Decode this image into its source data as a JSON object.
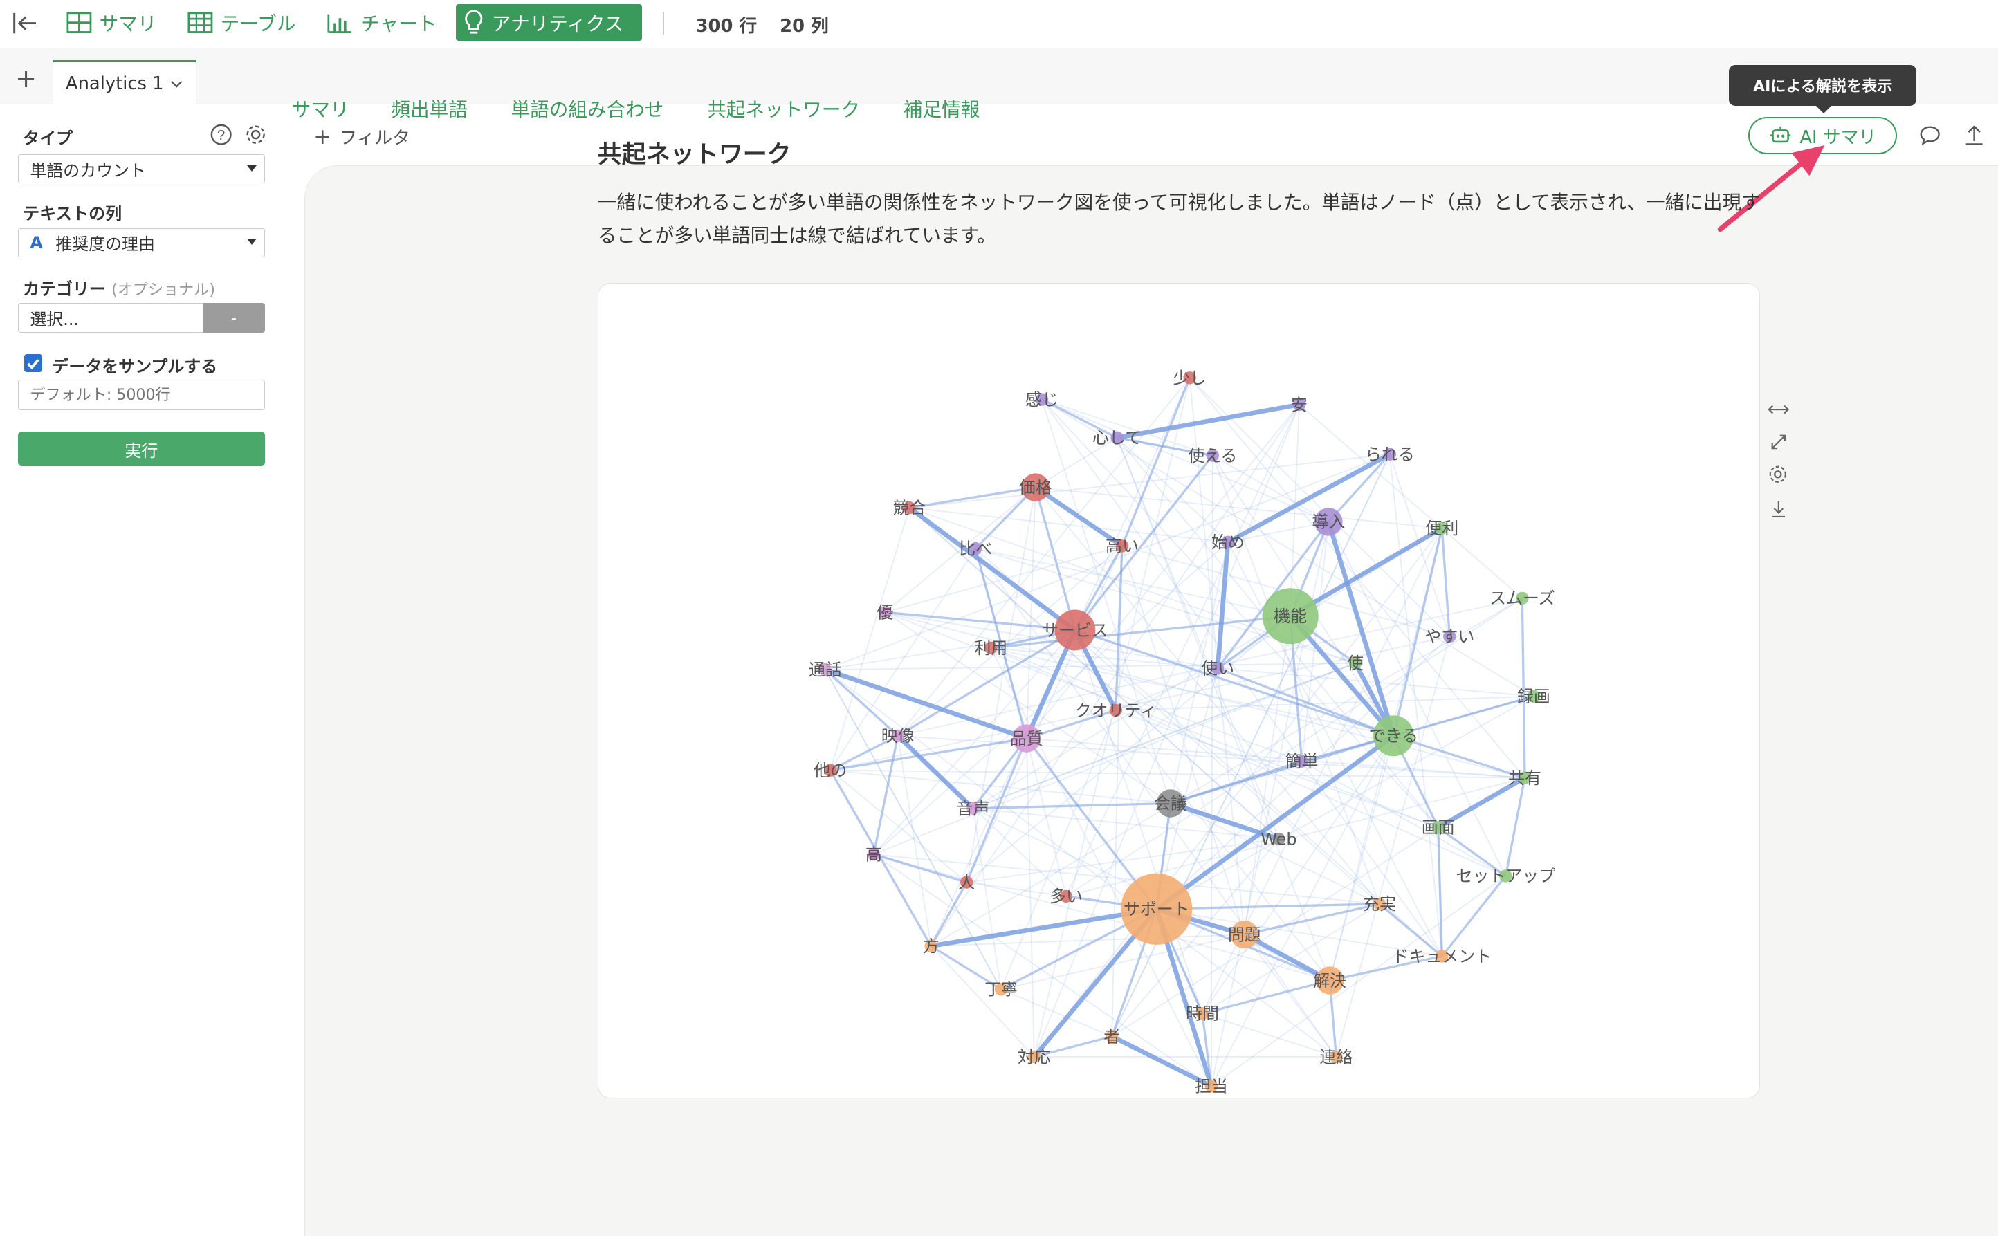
{
  "toolbar": {
    "items": [
      {
        "label": "サマリ",
        "icon": "summary-table-icon"
      },
      {
        "label": "テーブル",
        "icon": "table-icon"
      },
      {
        "label": "チャート",
        "icon": "bar-chart-icon"
      },
      {
        "label": "アナリティクス",
        "icon": "lightbulb-icon",
        "active": true
      }
    ],
    "rows": "300 行",
    "cols": "20 列"
  },
  "tabs": {
    "new": "+",
    "active": "Analytics 1"
  },
  "sidebar": {
    "type_label": "タイプ",
    "type_value": "単語のカウント",
    "text_col_label": "テキストの列",
    "text_col_value": "推奨度の理由",
    "text_col_icon": "A",
    "category_label": "カテゴリー",
    "category_optional": "(オプショナル)",
    "category_placeholder": "選択...",
    "category_clear": "-",
    "sample_label": "データをサンプルする",
    "sample_checked": true,
    "sample_placeholder": "デフォルト: 5000行",
    "run_label": "実行"
  },
  "header": {
    "filter_label": "フィルタ",
    "ai_button": "AI サマリ",
    "ai_button_prefix": "AI",
    "tooltip": "AIによる解説を表示"
  },
  "subtabs": [
    "サマリ",
    "頻出単語",
    "単語の組み合わせ",
    "共起ネットワーク",
    "補足情報"
  ],
  "section": {
    "title": "共起ネットワーク",
    "description": "一緒に使われることが多い単語の関係性をネットワーク図を使って可視化しました。単語はノード（点）として表示され、一緒に出現することが多い単語同士は線で結ばれています。"
  },
  "colors": {
    "accent": "#3a9a5c",
    "red": "#d9706b",
    "green": "#8fc97d",
    "purple": "#a98fd4",
    "pink": "#d89ad6",
    "orange": "#f4ad72",
    "gray": "#8f8f8f",
    "edge": "#7b9fe0"
  },
  "network": {
    "nodes": [
      {
        "id": "感じ",
        "c": "purple",
        "s": "small"
      },
      {
        "id": "少し",
        "c": "red",
        "s": "small"
      },
      {
        "id": "安",
        "c": "purple",
        "s": "small"
      },
      {
        "id": "心して",
        "c": "purple",
        "s": "small"
      },
      {
        "id": "使える",
        "c": "purple",
        "s": "small"
      },
      {
        "id": "られる",
        "c": "purple",
        "s": "small"
      },
      {
        "id": "価格",
        "c": "red",
        "s": "medium"
      },
      {
        "id": "競合",
        "c": "red",
        "s": "small"
      },
      {
        "id": "比べ",
        "c": "purple",
        "s": "small"
      },
      {
        "id": "高い",
        "c": "red",
        "s": "small"
      },
      {
        "id": "始め",
        "c": "purple",
        "s": "small"
      },
      {
        "id": "導入",
        "c": "purple",
        "s": "medium"
      },
      {
        "id": "便利",
        "c": "green",
        "s": "small"
      },
      {
        "id": "スムーズ",
        "c": "green",
        "s": "small"
      },
      {
        "id": "優",
        "c": "pink",
        "s": "small"
      },
      {
        "id": "利用",
        "c": "red",
        "s": "small"
      },
      {
        "id": "サービス",
        "c": "red",
        "s": "large"
      },
      {
        "id": "機能",
        "c": "green",
        "s": "xlarge"
      },
      {
        "id": "やすい",
        "c": "purple",
        "s": "small"
      },
      {
        "id": "通話",
        "c": "pink",
        "s": "small"
      },
      {
        "id": "使い",
        "c": "purple",
        "s": "small"
      },
      {
        "id": "使",
        "c": "green",
        "s": "small"
      },
      {
        "id": "録画",
        "c": "green",
        "s": "small"
      },
      {
        "id": "クオリティ",
        "c": "red",
        "s": "small"
      },
      {
        "id": "映像",
        "c": "pink",
        "s": "small"
      },
      {
        "id": "品質",
        "c": "pink",
        "s": "medium"
      },
      {
        "id": "できる",
        "c": "green",
        "s": "large"
      },
      {
        "id": "簡単",
        "c": "purple",
        "s": "small"
      },
      {
        "id": "他の",
        "c": "red",
        "s": "small"
      },
      {
        "id": "共有",
        "c": "green",
        "s": "small"
      },
      {
        "id": "音声",
        "c": "pink",
        "s": "small"
      },
      {
        "id": "会議",
        "c": "gray",
        "s": "medium"
      },
      {
        "id": "Web",
        "c": "gray",
        "s": "small"
      },
      {
        "id": "画面",
        "c": "green",
        "s": "small"
      },
      {
        "id": "高",
        "c": "pink",
        "s": "small"
      },
      {
        "id": "人",
        "c": "red",
        "s": "small"
      },
      {
        "id": "多い",
        "c": "red",
        "s": "small"
      },
      {
        "id": "サポート",
        "c": "orange",
        "s": "xxlarge"
      },
      {
        "id": "セットアップ",
        "c": "green",
        "s": "small"
      },
      {
        "id": "充実",
        "c": "orange",
        "s": "small"
      },
      {
        "id": "方",
        "c": "orange",
        "s": "small"
      },
      {
        "id": "問題",
        "c": "orange",
        "s": "medium"
      },
      {
        "id": "ドキュメント",
        "c": "orange",
        "s": "small"
      },
      {
        "id": "解決",
        "c": "orange",
        "s": "medium"
      },
      {
        "id": "丁寧",
        "c": "orange",
        "s": "small"
      },
      {
        "id": "時間",
        "c": "orange",
        "s": "small"
      },
      {
        "id": "者",
        "c": "orange",
        "s": "small"
      },
      {
        "id": "対応",
        "c": "orange",
        "s": "small"
      },
      {
        "id": "連絡",
        "c": "orange",
        "s": "small"
      },
      {
        "id": "担当",
        "c": "orange",
        "s": "small"
      }
    ],
    "edges": [
      [
        "心して",
        "安",
        "t"
      ],
      [
        "少し",
        "高い",
        "m"
      ],
      [
        "感じ",
        "心して",
        "m"
      ],
      [
        "心して",
        "使える",
        "m"
      ],
      [
        "られる",
        "始め",
        "t"
      ],
      [
        "られる",
        "導入",
        "m"
      ],
      [
        "導入",
        "機能",
        "m"
      ],
      [
        "導入",
        "できる",
        "t"
      ],
      [
        "導入",
        "使い",
        "m"
      ],
      [
        "便利",
        "機能",
        "t"
      ],
      [
        "便利",
        "できる",
        "m"
      ],
      [
        "便利",
        "やすい",
        "m"
      ],
      [
        "価格",
        "高い",
        "t"
      ],
      [
        "価格",
        "比べ",
        "m"
      ],
      [
        "価格",
        "競合",
        "m"
      ],
      [
        "価格",
        "サービス",
        "m"
      ],
      [
        "競合",
        "サービス",
        "t"
      ],
      [
        "始め",
        "使い",
        "t"
      ],
      [
        "高い",
        "クオリティ",
        "m"
      ],
      [
        "高い",
        "サービス",
        "m"
      ],
      [
        "サービス",
        "品質",
        "t"
      ],
      [
        "サービス",
        "利用",
        "m"
      ],
      [
        "サービス",
        "クオリティ",
        "t"
      ],
      [
        "サービス",
        "できる",
        "m"
      ],
      [
        "サービス",
        "映像",
        "m"
      ],
      [
        "利用",
        "機能",
        "m"
      ],
      [
        "機能",
        "使",
        "m"
      ],
      [
        "機能",
        "できる",
        "t"
      ],
      [
        "機能",
        "使い",
        "m"
      ],
      [
        "機能",
        "簡単",
        "m"
      ],
      [
        "使",
        "できる",
        "t"
      ],
      [
        "できる",
        "簡単",
        "m"
      ],
      [
        "できる",
        "サポート",
        "t"
      ],
      [
        "できる",
        "会議",
        "m"
      ],
      [
        "できる",
        "共有",
        "m"
      ],
      [
        "できる",
        "画面",
        "m"
      ],
      [
        "スムーズ",
        "共有",
        "m"
      ],
      [
        "録画",
        "できる",
        "m"
      ],
      [
        "共有",
        "画面",
        "t"
      ],
      [
        "共有",
        "セットアップ",
        "m"
      ],
      [
        "画面",
        "セットアップ",
        "m"
      ],
      [
        "画面",
        "ドキュメント",
        "m"
      ],
      [
        "通話",
        "品質",
        "t"
      ],
      [
        "通話",
        "映像",
        "m"
      ],
      [
        "映像",
        "音声",
        "t"
      ],
      [
        "映像",
        "高",
        "m"
      ],
      [
        "品質",
        "音声",
        "m"
      ],
      [
        "品質",
        "他の",
        "m"
      ],
      [
        "品質",
        "サポート",
        "m"
      ],
      [
        "品質",
        "人",
        "m"
      ],
      [
        "他の",
        "映像",
        "m"
      ],
      [
        "会議",
        "Web",
        "t"
      ],
      [
        "会議",
        "サポート",
        "m"
      ],
      [
        "簡単",
        "会議",
        "m"
      ],
      [
        "サポート",
        "方",
        "t"
      ],
      [
        "サポート",
        "対応",
        "t"
      ],
      [
        "サポート",
        "担当",
        "t"
      ],
      [
        "サポート",
        "問題",
        "t"
      ],
      [
        "サポート",
        "解決",
        "m"
      ],
      [
        "サポート",
        "充実",
        "m"
      ],
      [
        "サポート",
        "者",
        "m"
      ],
      [
        "サポート",
        "時間",
        "m"
      ],
      [
        "サポート",
        "丁寧",
        "m"
      ],
      [
        "問題",
        "解決",
        "t"
      ],
      [
        "解決",
        "連絡",
        "m"
      ],
      [
        "解決",
        "時間",
        "m"
      ],
      [
        "解決",
        "ドキュメント",
        "m"
      ],
      [
        "者",
        "担当",
        "t"
      ],
      [
        "者",
        "対応",
        "m"
      ],
      [
        "方",
        "丁寧",
        "m"
      ],
      [
        "方",
        "人",
        "m"
      ],
      [
        "充実",
        "ドキュメント",
        "m"
      ],
      [
        "多い",
        "サポート",
        "m"
      ],
      [
        "高",
        "人",
        "m"
      ],
      [
        "使える",
        "サービス",
        "m"
      ],
      [
        "比べ",
        "品質",
        "m"
      ],
      [
        "使い",
        "できる",
        "m"
      ],
      [
        "優",
        "サービス",
        "m"
      ],
      [
        "時間",
        "担当",
        "m"
      ],
      [
        "クオリティ",
        "品質",
        "m"
      ],
      [
        "他の",
        "方",
        "m"
      ],
      [
        "音声",
        "会議",
        "m"
      ],
      [
        "セットアップ",
        "ドキュメント",
        "m"
      ],
      [
        "問題",
        "充実",
        "m"
      ]
    ]
  }
}
